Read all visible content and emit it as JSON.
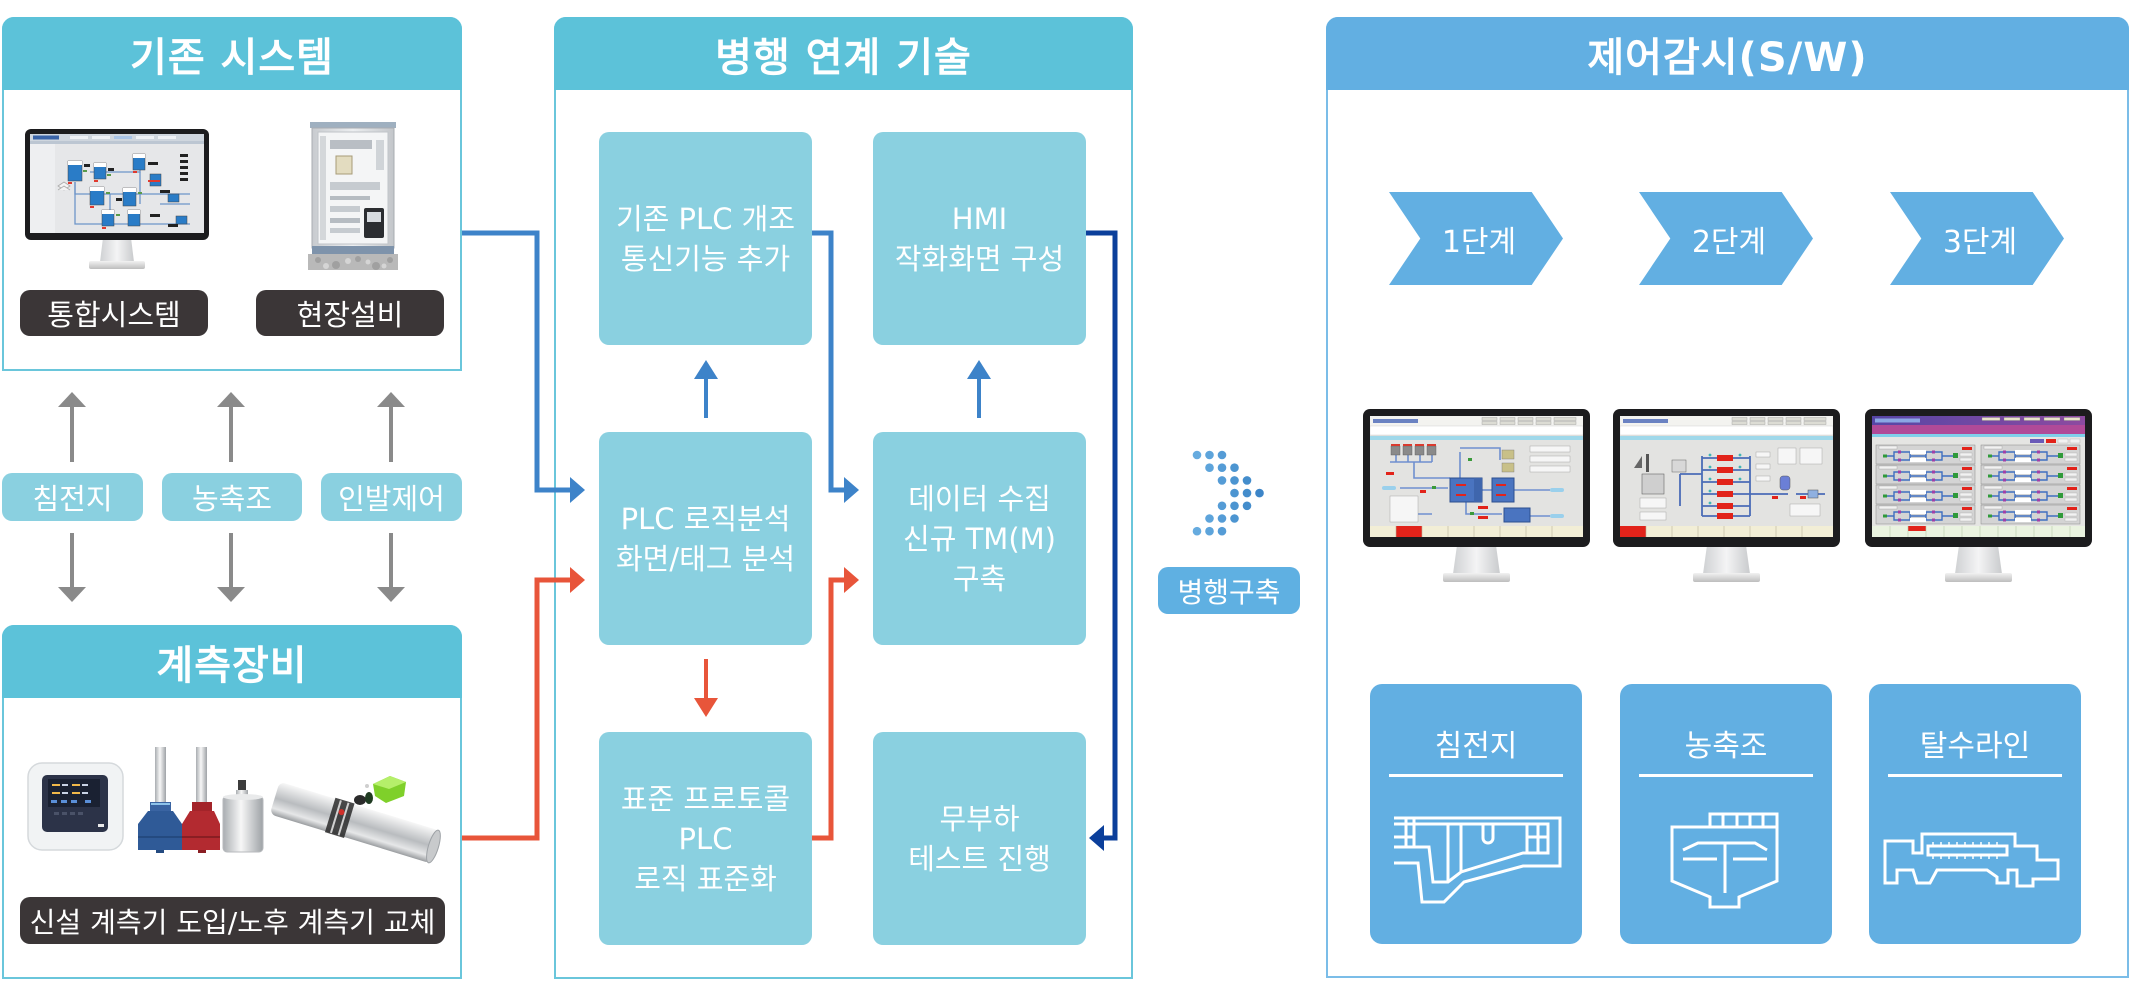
{
  "existing_system": {
    "title": "기존 시스템",
    "items": [
      {
        "label": "통합시스템",
        "image": "integrated-system-monitor"
      },
      {
        "label": "현장설비",
        "image": "field-control-cabinet"
      }
    ]
  },
  "processes": [
    {
      "label": "침전지"
    },
    {
      "label": "농축조"
    },
    {
      "label": "인발제어"
    }
  ],
  "instruments": {
    "title": "계측장비",
    "caption": "신설 계측기 도입/노후 계측기 교체"
  },
  "parallel_tech": {
    "title": "병행 연계 기술",
    "steps": [
      {
        "id": "plc-retrofit",
        "lines": [
          "기존 PLC 개조",
          "통신기능 추가"
        ]
      },
      {
        "id": "hmi-screens",
        "lines": [
          "HMI",
          "작화화면 구성"
        ]
      },
      {
        "id": "plc-analysis",
        "lines": [
          "PLC 로직분석",
          "화면/태그 분석"
        ]
      },
      {
        "id": "data-collection",
        "lines": [
          "데이터 수집",
          "신규 TM(M)",
          "구축"
        ]
      },
      {
        "id": "protocol-standard",
        "lines": [
          "표준 프로토콜",
          "PLC",
          "로직 표준화"
        ]
      },
      {
        "id": "no-load-test",
        "lines": [
          "무부하",
          "테스트 진행"
        ]
      }
    ]
  },
  "transition": {
    "label": "병행구축",
    "icon": "dotted-chevron-right-icon"
  },
  "monitoring_sw": {
    "title": "제어감시(S/W)",
    "stages": [
      {
        "label": "1단계"
      },
      {
        "label": "2단계"
      },
      {
        "label": "3단계"
      }
    ],
    "facilities": [
      {
        "label": "침전지",
        "icon": "sedimentation-basin-icon"
      },
      {
        "label": "농축조",
        "icon": "thickener-tank-icon"
      },
      {
        "label": "탈수라인",
        "icon": "dewatering-line-icon"
      }
    ]
  },
  "colors": {
    "section_header": "#5cc2d9",
    "monitoring_header": "#62afe2",
    "step_box": "#8ad0e0",
    "dark_label": "#3b3637",
    "flow_blue": "#3d83c9",
    "flow_navy": "#0b3f9b",
    "flow_red": "#e8553a",
    "flow_gray": "#8a8a8a"
  }
}
